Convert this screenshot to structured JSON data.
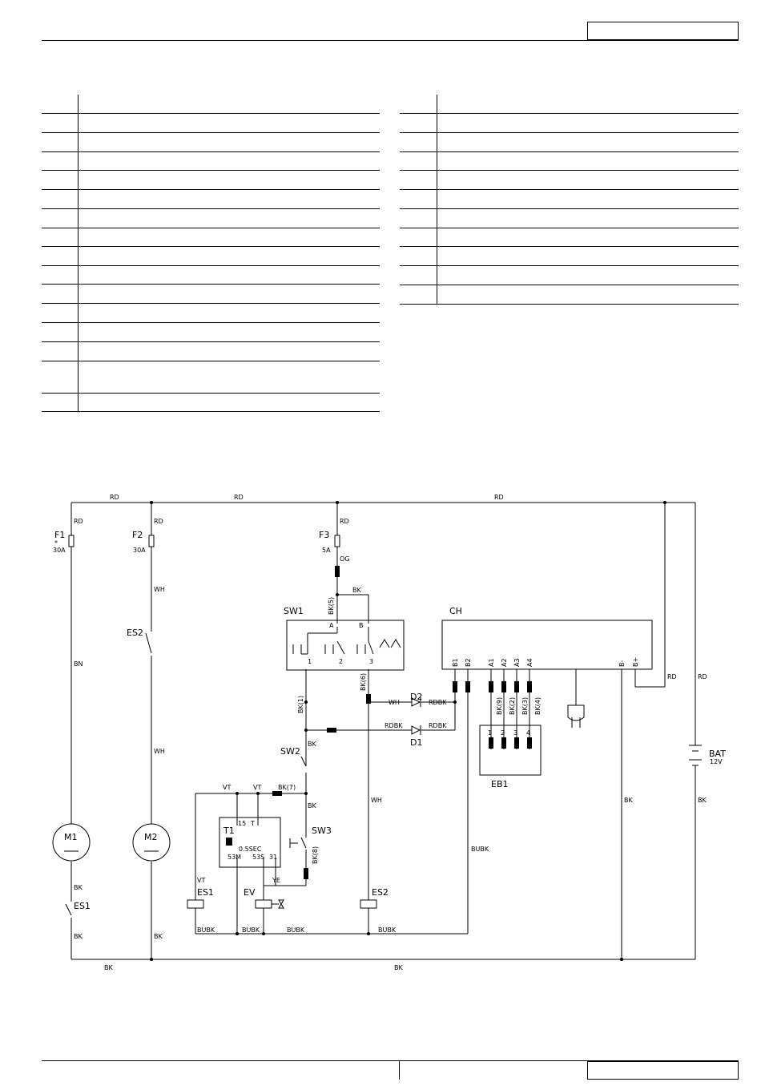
{
  "header": {
    "box_text": ""
  },
  "parts_table": {
    "left_rows": [
      "",
      "",
      "",
      "",
      "",
      "",
      "",
      "",
      "",
      "",
      "",
      "",
      "",
      "",
      "",
      ""
    ],
    "right_rows": [
      "",
      "",
      "",
      "",
      "",
      "",
      "",
      "",
      "",
      "",
      ""
    ]
  },
  "schematic": {
    "components": {
      "F1": "F1",
      "F1_rating": "30A",
      "F1_mark": "*",
      "F2": "F2",
      "F2_rating": "30A",
      "F3": "F3",
      "F3_rating": "5A",
      "SW1": "SW1",
      "SW2": "SW2",
      "SW3": "SW3",
      "CH": "CH",
      "D1": "D1",
      "D2": "D2",
      "ES1_top": "ES1",
      "ES1_bottom": "ES1",
      "ES2_top": "ES2",
      "ES2_bottom": "ES2",
      "M1": "M1",
      "M2": "M2",
      "T1": "T1",
      "EV": "EV",
      "EB1": "EB1",
      "BAT": "BAT",
      "BAT_rating": "12V"
    },
    "sw1_terminals": {
      "A": "A",
      "B": "B",
      "t1": "1",
      "t2": "2",
      "t3": "3"
    },
    "ch_terminals": [
      "B1",
      "B2",
      "A1",
      "A2",
      "A3",
      "A4",
      "B-",
      "B+"
    ],
    "t1_terminals": {
      "t15": "15",
      "tT": "T",
      "delay": "0.5SEC",
      "t53M": "53M",
      "t53S": "53S",
      "t31": "31"
    },
    "eb1_pins": [
      "1",
      "2",
      "3",
      "4"
    ],
    "wires": {
      "top_rd_1": "RD",
      "top_rd_2": "RD",
      "top_rd_3": "RD",
      "f1_rd": "RD",
      "f2_rd": "RD",
      "f3_rd": "RD",
      "f3_og": "OG",
      "sw1_bk": "BK",
      "bk5": "BK(5)",
      "bk1": "BK(1)",
      "bk6": "BK(6)",
      "d2_wh": "WH",
      "d2_rdbk": "RDBK",
      "d1_rdbk_left": "RDBK",
      "d1_rdbk_right": "RDBK",
      "f2_wh": "WH",
      "m2_wh": "WH",
      "m1_bn": "BN",
      "sw2_bk": "BK",
      "sw2_bk_lower": "BK",
      "vt_left": "VT",
      "vt_right": "VT",
      "bk7": "BK(7)",
      "bk8": "BK(8)",
      "ye": "YE",
      "es1_vt": "VT",
      "es2_wh": "WH",
      "bubk_ch": "BUBK",
      "bubk_1": "BUBK",
      "bubk_2": "BUBK",
      "bubk_3": "BUBK",
      "bubk_4": "BUBK",
      "m1_bk_1": "BK",
      "m1_bk_2": "BK",
      "m2_bk": "BK",
      "bottom_bk_1": "BK",
      "bottom_bk_2": "BK",
      "ch_bminus_bk": "BK",
      "bat_bk": "BK",
      "bat_rd": "RD",
      "bplus_rd": "RD",
      "eb1_bk2": "BK(2)",
      "eb1_bk9": "BK(9)",
      "eb1_bk3": "BK(3)",
      "eb1_bk4": "BK(4)"
    }
  },
  "footer": {
    "box_text": ""
  }
}
